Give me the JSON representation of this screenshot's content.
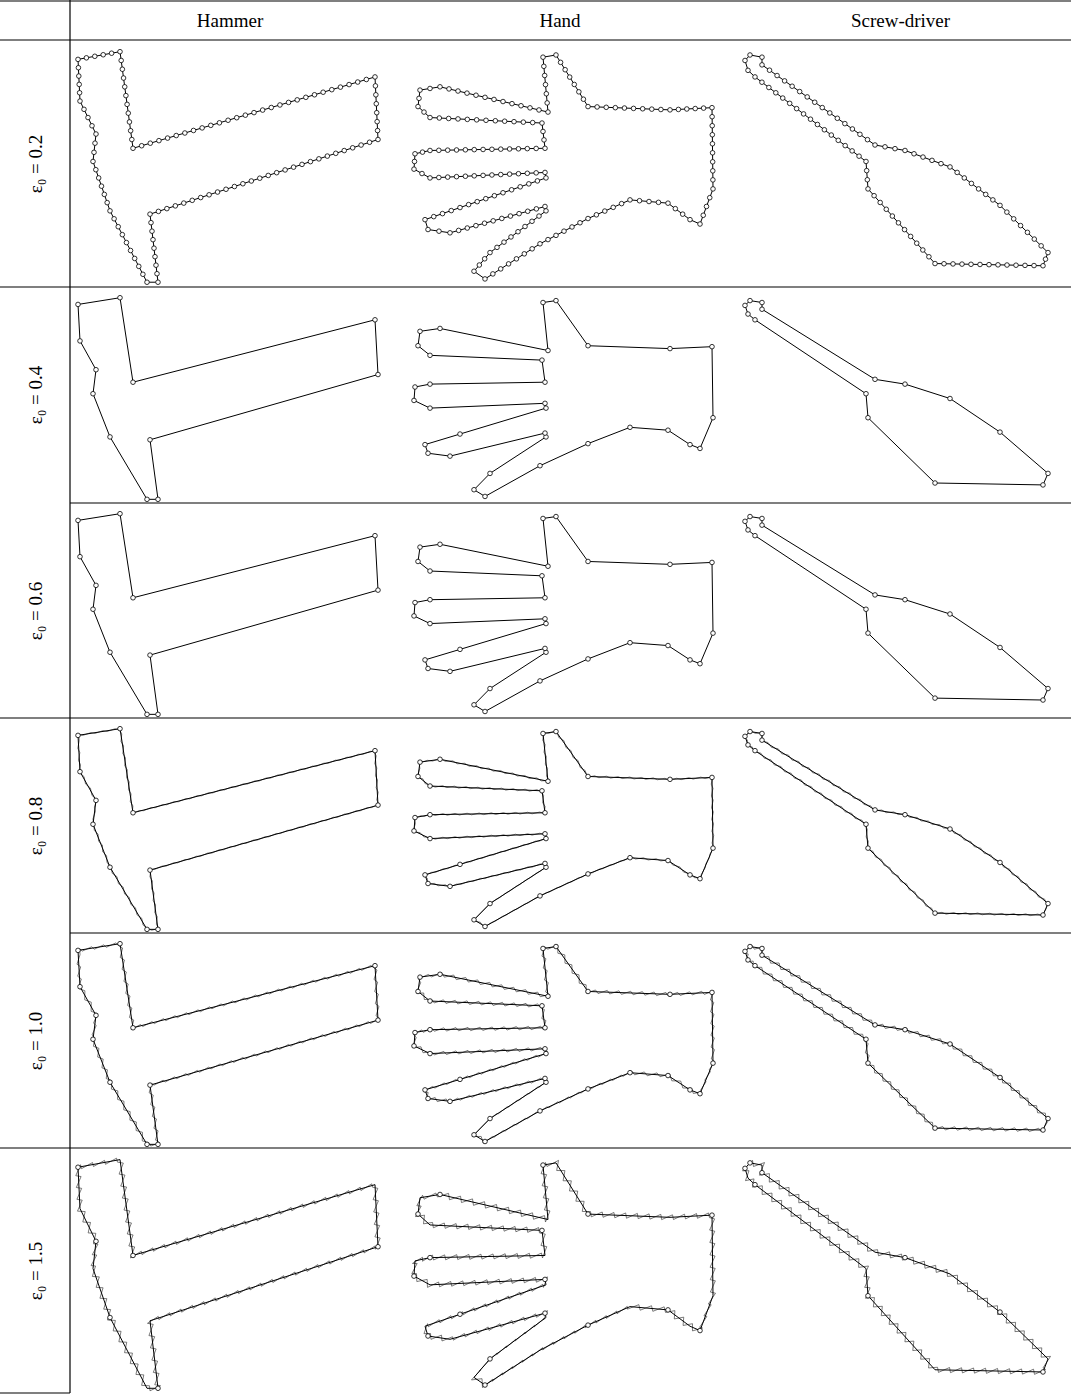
{
  "diagram": {
    "labels": [
      "Hammer",
      "Hand",
      "Screw-driver",
      "ε₀ = 0.2",
      "ε₀ = 0.4",
      "ε₀ = 0.6",
      "ε₀ = 0.8",
      "ε₀ = 1.0",
      "ε₀ = 1.5"
    ]
  }
}
